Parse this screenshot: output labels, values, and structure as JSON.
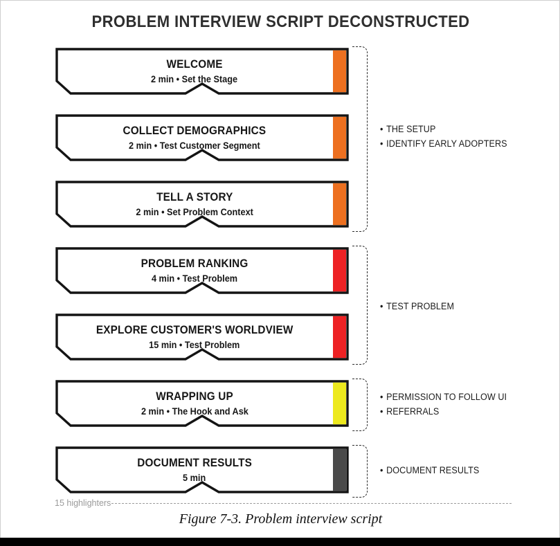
{
  "figure": {
    "title": "PROBLEM INTERVIEW SCRIPT DECONSTRUCTED",
    "caption": "Figure 7-3. Problem interview script",
    "footnote": "15 highlighters"
  },
  "colors": {
    "orange": "#ED7020",
    "red": "#ED2224",
    "yellow": "#EDE91E",
    "dark_gray": "#4A4A4A",
    "outline": "#141414",
    "title_text": "#2F2F2F",
    "footnote_text": "#9B9B9B"
  },
  "steps": [
    {
      "title": "WELCOME",
      "subtitle": "2 min • Set the Stage",
      "accent": "#ED7020",
      "accent_name": "orange"
    },
    {
      "title": "COLLECT DEMOGRAPHICS",
      "subtitle": "2 min • Test Customer Segment",
      "accent": "#ED7020",
      "accent_name": "orange"
    },
    {
      "title": "TELL A STORY",
      "subtitle": "2 min • Set Problem Context",
      "accent": "#ED7020",
      "accent_name": "orange"
    },
    {
      "title": "PROBLEM RANKING",
      "subtitle": "4 min • Test Problem",
      "accent": "#ED2224",
      "accent_name": "red"
    },
    {
      "title": "EXPLORE CUSTOMER'S WORLDVIEW",
      "subtitle": "15 min • Test Problem",
      "accent": "#ED2224",
      "accent_name": "red"
    },
    {
      "title": "WRAPPING UP",
      "subtitle": "2 min • The Hook and Ask",
      "accent": "#EDE91E",
      "accent_name": "yellow"
    },
    {
      "title": "DOCUMENT RESULTS",
      "subtitle": "5 min",
      "accent": "#4A4A4A",
      "accent_name": "dark-gray"
    }
  ],
  "groups": [
    {
      "name": "setup",
      "notes": [
        "THE SETUP",
        "IDENTIFY EARLY ADOPTERS"
      ]
    },
    {
      "name": "test-problem",
      "notes": [
        "TEST PROBLEM"
      ]
    },
    {
      "name": "wrapping-up",
      "notes": [
        "PERMISSION TO FOLLOW UI",
        "REFERRALS"
      ]
    },
    {
      "name": "document-results",
      "notes": [
        "DOCUMENT RESULTS"
      ]
    }
  ],
  "bullet": "•"
}
